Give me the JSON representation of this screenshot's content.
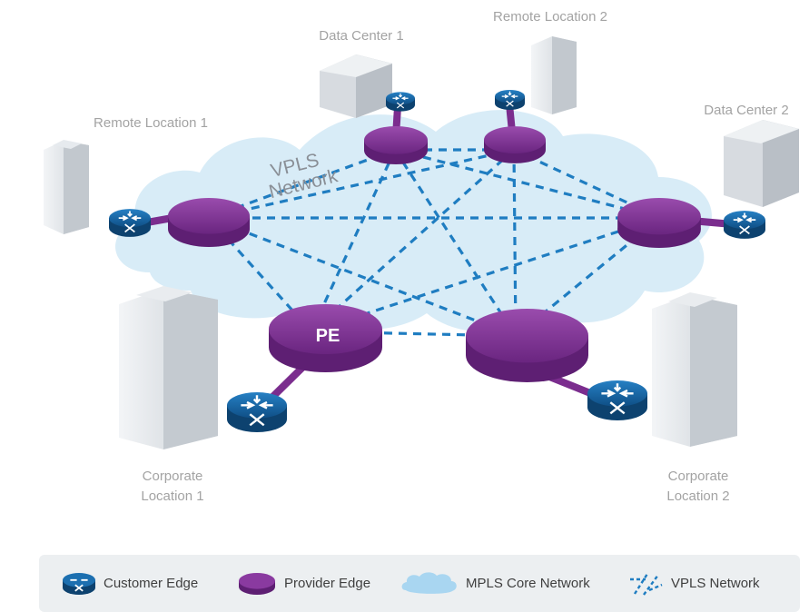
{
  "diagram": {
    "cloud_label_line1": "VPLS",
    "cloud_label_line2": "Network",
    "pe_label": "PE",
    "sites": {
      "data_center_1": "Data Center 1",
      "remote_location_2": "Remote Location 2",
      "remote_location_1": "Remote Location 1",
      "data_center_2": "Data Center 2",
      "corporate_location_1_line1": "Corporate",
      "corporate_location_1_line2": "Location 1",
      "corporate_location_2_line1": "Corporate",
      "corporate_location_2_line2": "Location 2"
    },
    "colors": {
      "provider_edge": "#7b2d8e",
      "customer_edge": "#14609e",
      "vpls_link": "#1f7dc1",
      "mpls_cloud": "#d8ecf7"
    }
  },
  "legend": {
    "customer_edge": "Customer Edge",
    "provider_edge": "Provider Edge",
    "mpls_core": "MPLS Core Network",
    "vpls_network": "VPLS Network"
  }
}
